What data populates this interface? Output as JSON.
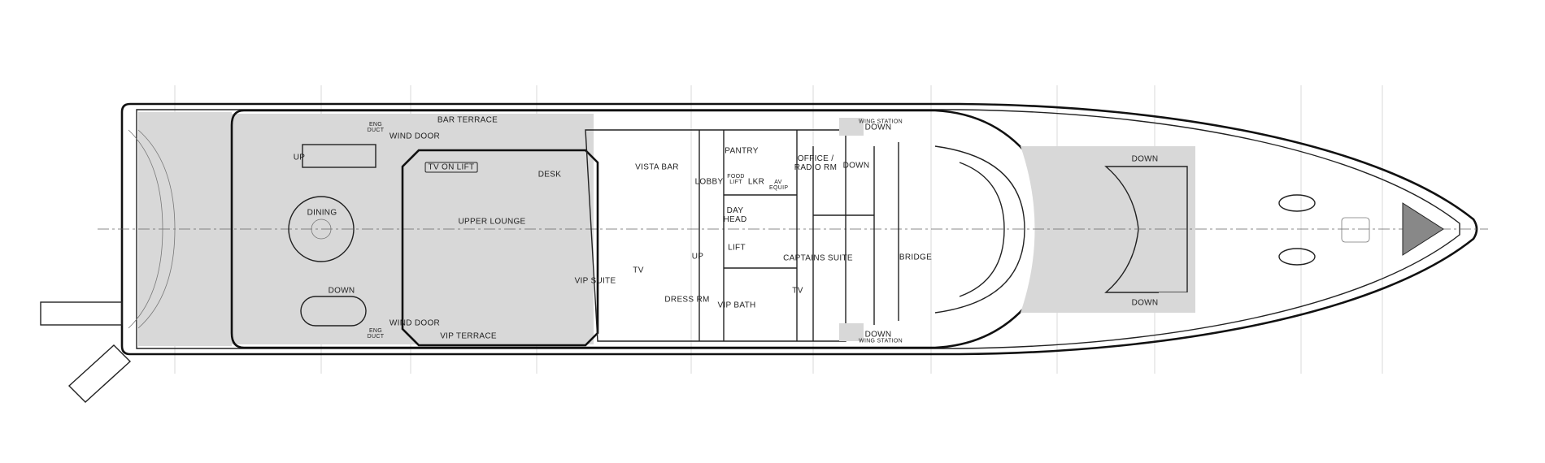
{
  "plan": {
    "labels": {
      "bar_terrace": "BAR TERRACE",
      "eng_duct_port": "ENG DUCT",
      "eng_duct_stbd": "ENG DUCT",
      "wind_door_port": "WIND DOOR",
      "wind_door_stbd": "WIND DOOR",
      "stairs_up_aft": "UP",
      "dining": "DINING",
      "stairs_down_aft": "DOWN",
      "tv_on_lift": "TV ON LIFT",
      "desk": "DESK",
      "upper_lounge": "UPPER LOUNGE",
      "vista_bar": "VISTA BAR",
      "vip_suite": "VIP SUITE",
      "vip_suite_tv": "TV",
      "vip_terrace": "VIP TERRACE",
      "dress_rm": "DRESS RM",
      "lobby": "LOBBY",
      "pantry": "PANTRY",
      "food_lift": "FOOD LIFT",
      "lkr": "LKR",
      "av_equip": "AV EQUIP",
      "day_head": "DAY HEAD",
      "lift": "LIFT",
      "lobby_up": "UP",
      "vip_bath": "VIP BATH",
      "captains_tv": "TV",
      "office_radio_rm": "OFFICE / RADIO RM",
      "office_down": "DOWN",
      "captains_suite": "CAPTAINS SUITE",
      "bridge": "BRIDGE",
      "wing_down_port": "DOWN",
      "wing_station_port": "WING STATION",
      "wing_down_stbd": "DOWN",
      "wing_station_stbd": "WING STATION",
      "fore_down_port": "DOWN",
      "fore_down_stbd": "DOWN"
    },
    "colors": {
      "line": "#222222",
      "deck_hatch": "#d8d8d8"
    }
  }
}
